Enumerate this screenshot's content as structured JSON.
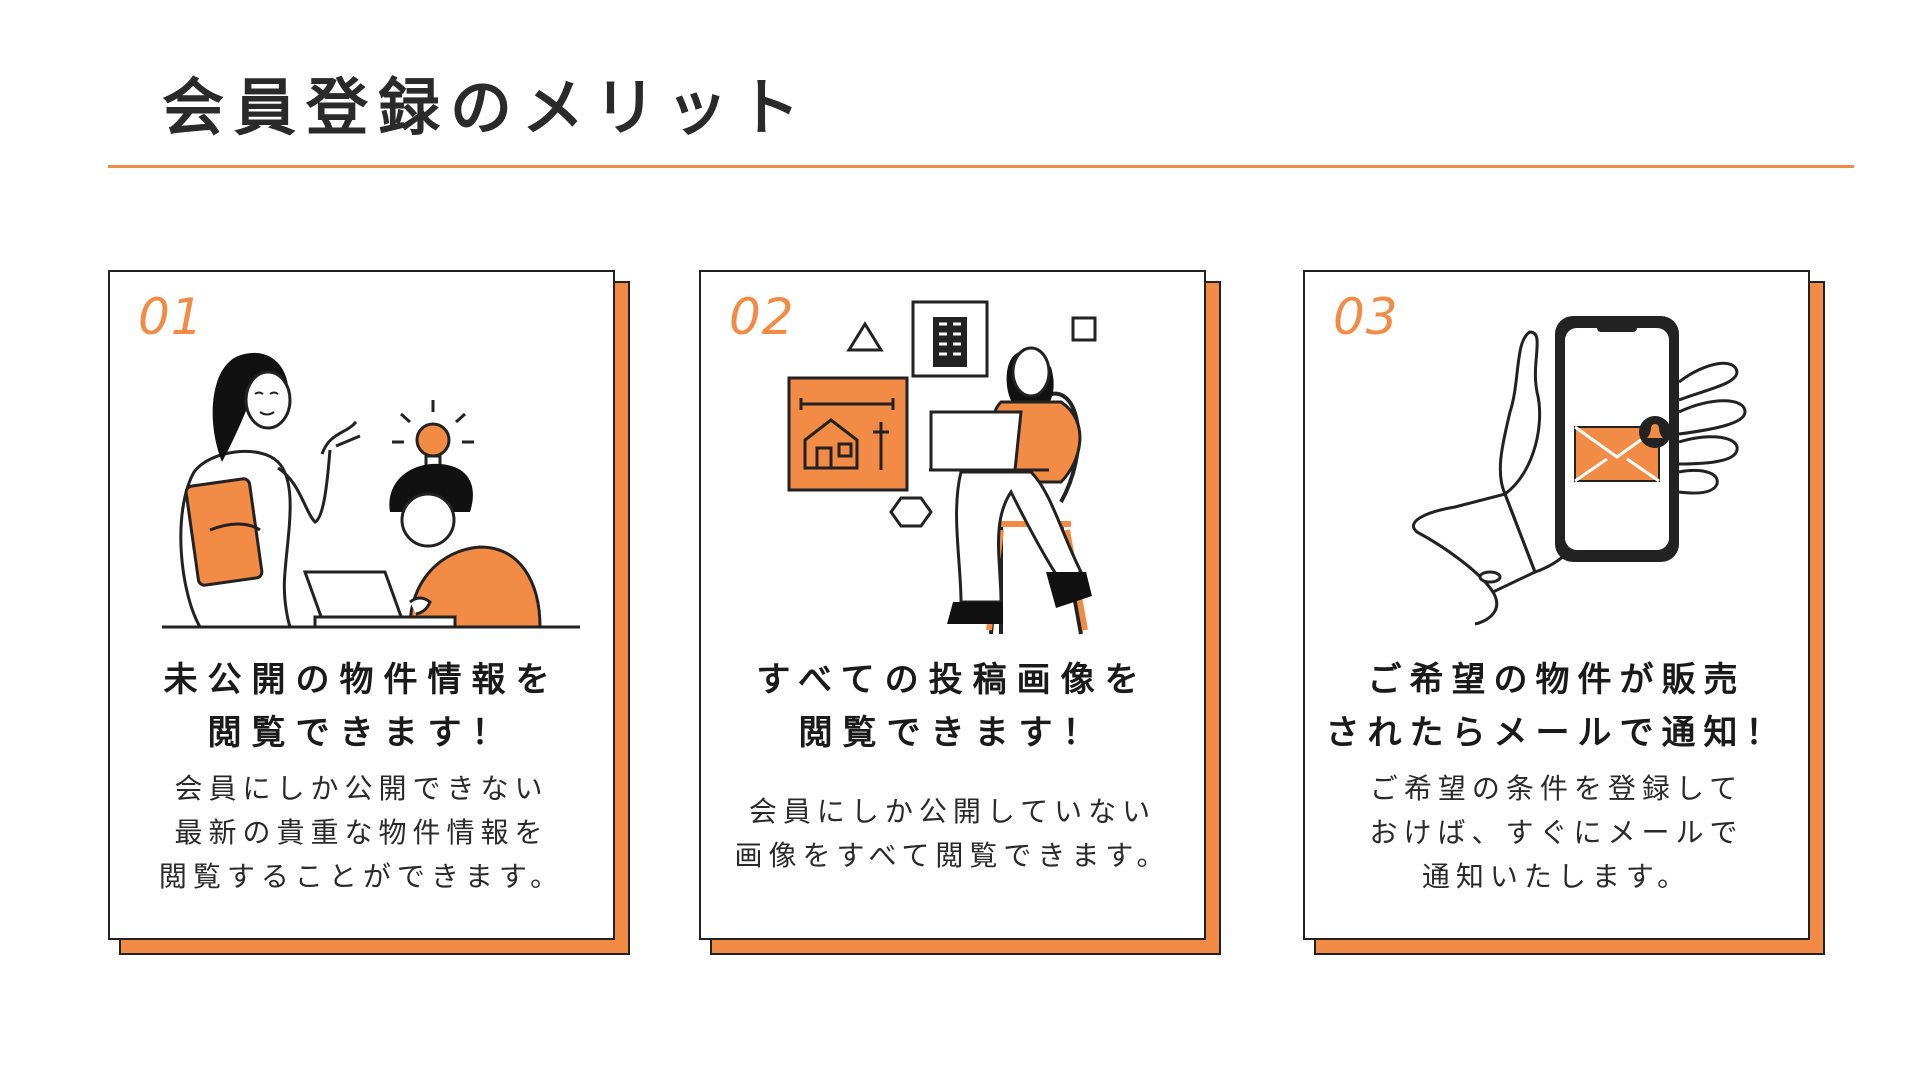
{
  "page": {
    "title": "会員登録のメリット",
    "accent_color": "#f28b45"
  },
  "cards": [
    {
      "number": "01",
      "heading_lines": [
        "未公開の物件情報を",
        "閲覧できます！"
      ],
      "description_lines": [
        "会員にしか公開できない",
        "最新の貴重な物件情報を",
        "閲覧することができます。"
      ],
      "illustration": "woman-and-child-laptop-illustration"
    },
    {
      "number": "02",
      "heading_lines": [
        "すべての投稿画像を",
        "閲覧できます！"
      ],
      "description_lines": [
        "会員にしか公開していない",
        "画像をすべて閲覧できます。"
      ],
      "illustration": "woman-browsing-house-images-illustration"
    },
    {
      "number": "03",
      "heading_lines": [
        "ご希望の物件が販売",
        "されたらメールで通知！"
      ],
      "description_lines": [
        "ご希望の条件を登録して",
        "おけば、すぐにメールで",
        "通知いたします。"
      ],
      "illustration": "hand-holding-phone-mail-illustration"
    }
  ]
}
